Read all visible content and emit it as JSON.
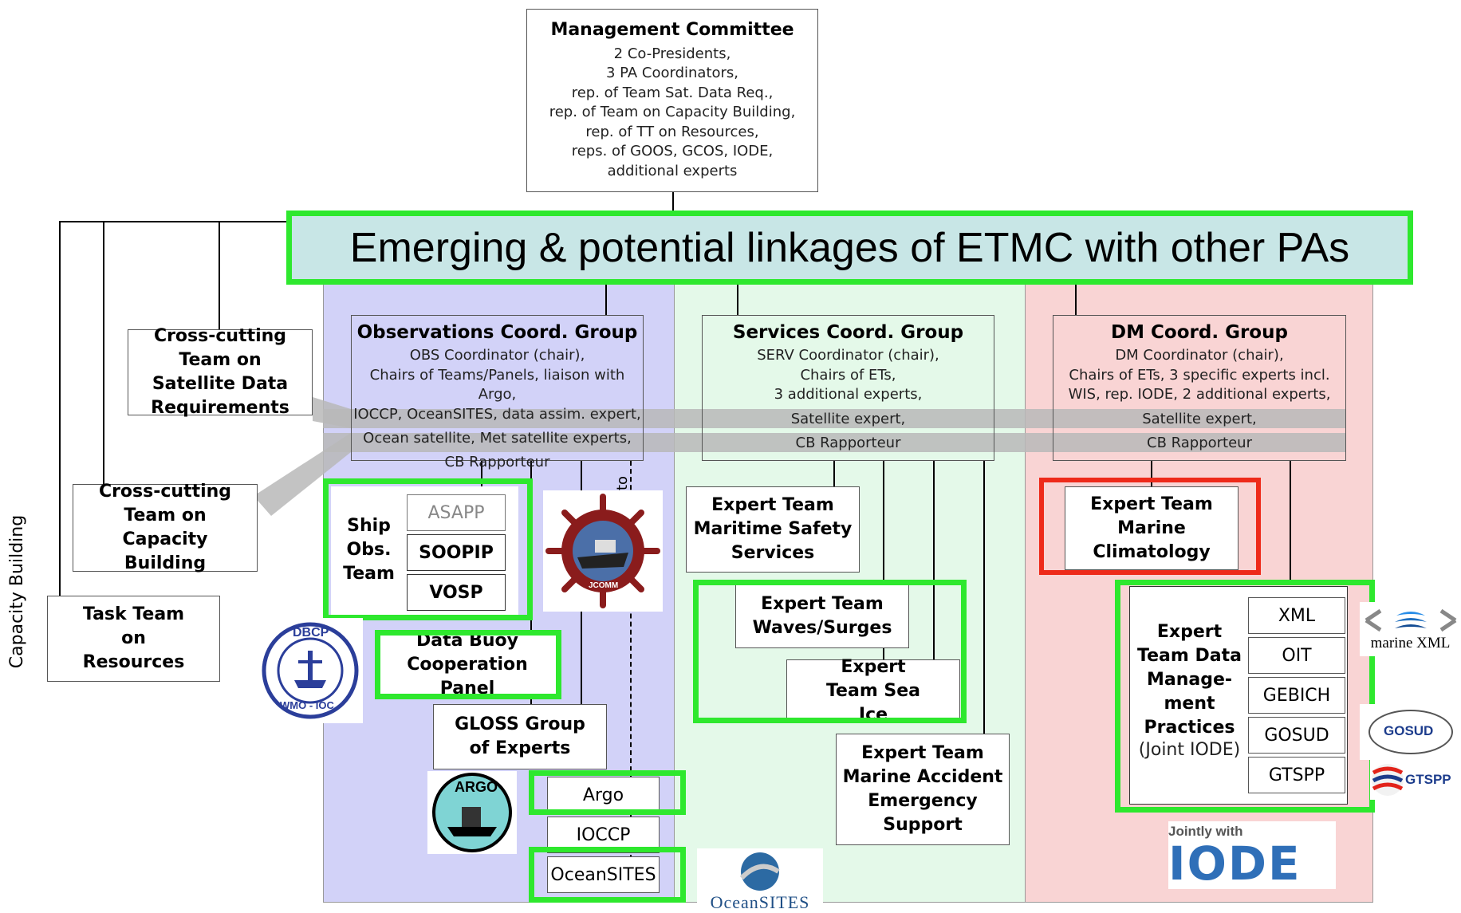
{
  "banner": "Emerging & potential linkages of ETMC with other PAs",
  "side_label": "Capacity Building",
  "management_committee": {
    "title": "Management Committee",
    "lines": [
      "2 Co-Presidents,",
      "3 PA Coordinators,",
      "rep. of Team Sat. Data Req.,",
      "rep. of Team on Capacity Building,",
      "rep. of TT on Resources,",
      "reps. of GOOS, GCOS, IODE,",
      "additional experts"
    ]
  },
  "left_teams": {
    "satellite": "Cross-cutting Team on Satellite Data Requirements",
    "capacity": "Cross-cutting Team on Capacity Building",
    "resources": "Task Team on Resources"
  },
  "obs_group": {
    "title": "Observations Coord. Group",
    "lines": [
      "OBS Coordinator (chair),",
      "Chairs of Teams/Panels, liaison with Argo,",
      "IOCCP, OceanSITES, data assim. expert,"
    ],
    "band1": "Ocean satellite, Met satellite experts,",
    "band2": "CB Rapporteur"
  },
  "serv_group": {
    "title": "Services Coord. Group",
    "lines": [
      "SERV Coordinator (chair),",
      "Chairs of ETs,",
      "3 additional experts,"
    ],
    "band1": "Satellite expert,",
    "band2": "CB Rapporteur"
  },
  "dm_group": {
    "title": "DM Coord. Group",
    "lines": [
      "DM Coordinator (chair),",
      "Chairs of ETs, 3 specific experts incl.",
      "WIS, rep. IODE, 2 additional experts,"
    ],
    "band1": "Satellite expert,",
    "band2": "CB Rapporteur"
  },
  "ship_obs": {
    "title": "Ship Obs. Team",
    "subs": [
      "ASAPP",
      "SOOPIP",
      "VOSP"
    ]
  },
  "obs_units": {
    "dbcp": "Data Buoy Cooperation Panel",
    "gloss": "GLOSS Group of Experts",
    "argo": "Argo",
    "ioccp": "IOCCP",
    "oceansites": "OceanSITES",
    "dashed_label": "to"
  },
  "serv_units": {
    "maritime": "Expert Team Maritime Safety Services",
    "waves": "Expert Team Waves/Surges",
    "seaice": "Expert Team Sea Ice",
    "accident": "Expert Team Marine Accident Emergency Support"
  },
  "dm_units": {
    "climatology": "Expert Team Marine Climatology",
    "etdmp_bold": "Expert Team Data Manage-ment Practices",
    "etdmp_joint": "(Joint IODE)",
    "subs": [
      "XML",
      "OIT",
      "GEBICH",
      "GOSUD",
      "GTSPP"
    ]
  },
  "logos": {
    "marine_xml": "marine XML",
    "gosud": "GOSUD",
    "gtspp": "GTSPP",
    "jointly_with": "Jointly with",
    "iode": "IODE",
    "oceansites": "OceanSITES",
    "argo": "ARGO",
    "dbcp_top": "DBCP",
    "dbcp_bottom": "WMO - IOC",
    "sot": "JCOMM"
  },
  "colors": {
    "obs_bg": "#d2d2f8",
    "serv_bg": "#e4f9e9",
    "dm_bg": "#f9d4d4",
    "highlight": "#2ee82e",
    "alert": "#ee2a1a",
    "banner_bg": "#c8e6e6"
  }
}
